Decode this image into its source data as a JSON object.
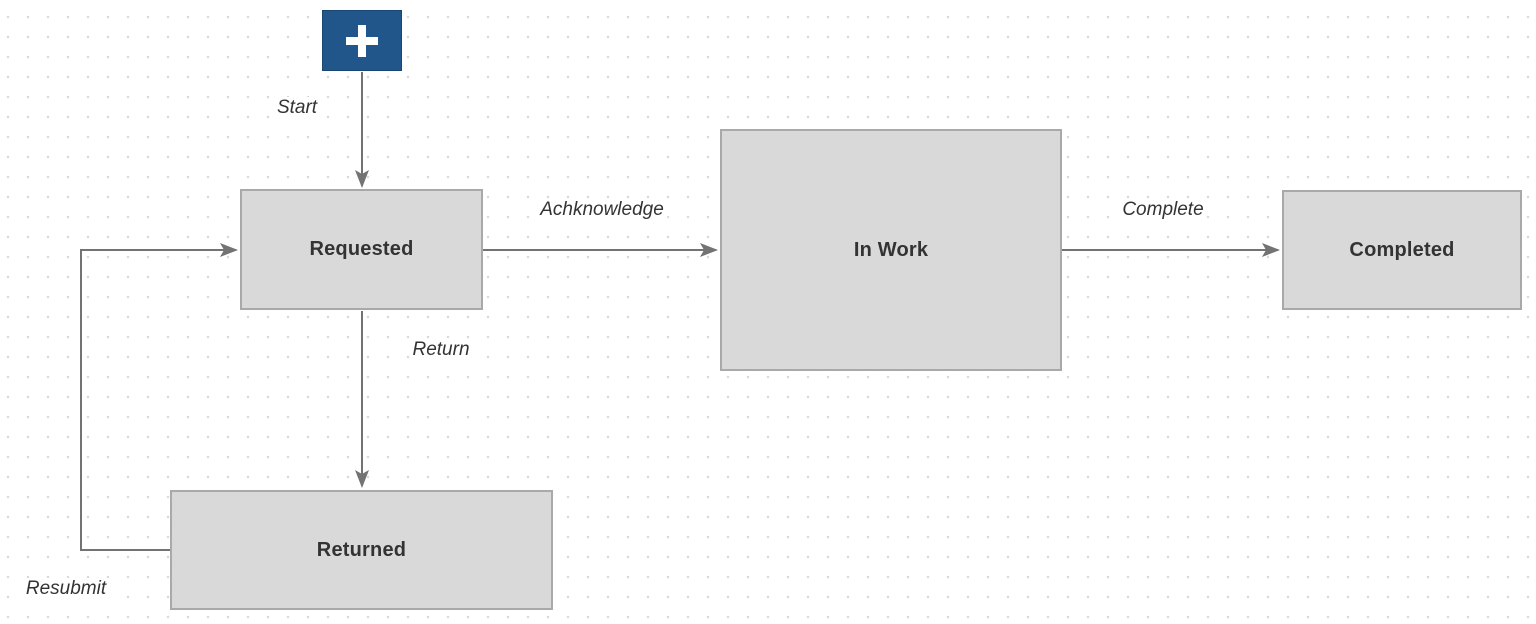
{
  "diagram": {
    "type": "state-workflow",
    "colors": {
      "background": "#ffffff",
      "grid_dot": "#d9d9d9",
      "node_fill": "#d9d9d9",
      "node_border": "#a9a9a9",
      "edge": "#737373",
      "label_text": "#333333",
      "start_button_fill": "#20568a",
      "plus_glyph_color": "#ffffff"
    },
    "start_button": {
      "icon": "plus-icon"
    },
    "nodes": [
      {
        "id": "requested",
        "label": "Requested"
      },
      {
        "id": "in_work",
        "label": "In Work"
      },
      {
        "id": "completed",
        "label": "Completed"
      },
      {
        "id": "returned",
        "label": "Returned"
      }
    ],
    "edges": [
      {
        "id": "start",
        "label": "Start",
        "from": "start_button",
        "to": "requested"
      },
      {
        "id": "achknowledge",
        "label": "Achknowledge",
        "from": "requested",
        "to": "in_work"
      },
      {
        "id": "complete",
        "label": "Complete",
        "from": "in_work",
        "to": "completed"
      },
      {
        "id": "return",
        "label": "Return",
        "from": "requested",
        "to": "returned"
      },
      {
        "id": "resubmit",
        "label": "Resubmit",
        "from": "returned",
        "to": "requested"
      }
    ]
  }
}
